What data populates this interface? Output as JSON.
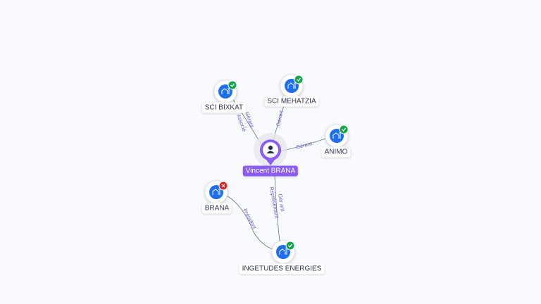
{
  "person": {
    "name": "Vincent BRANA"
  },
  "companies": [
    {
      "name": "SCI BIXKAT",
      "status": "active"
    },
    {
      "name": "SCI MEHATZIA",
      "status": "active"
    },
    {
      "name": "ANIMO",
      "status": "active"
    },
    {
      "name": "BRANA",
      "status": "closed"
    },
    {
      "name": "INGETUDES ENERGIES",
      "status": "active"
    }
  ],
  "edges": [
    {
      "role1": "Gérant",
      "role2": "Associé"
    },
    {
      "role1": "Gérant"
    },
    {
      "role1": "Gérant"
    },
    {
      "role1": "Gér ant",
      "role2": "Représentant"
    },
    {
      "role1": "Président"
    }
  ],
  "colors": {
    "accent": "#8b5cf6",
    "company": "#1e6ff0",
    "active": "#16a34a",
    "closed": "#dc2626",
    "edge_text": "#6d5fd3"
  }
}
